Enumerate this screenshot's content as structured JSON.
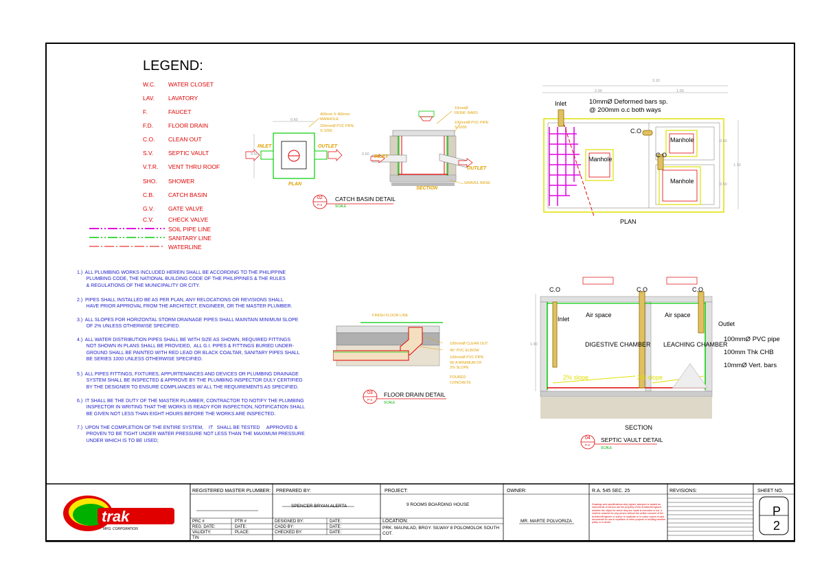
{
  "legend": {
    "title": "LEGEND:",
    "items": [
      {
        "abbr": "W.C.",
        "label": "WATER CLOSET"
      },
      {
        "abbr": "LAV.",
        "label": "LAVATORY"
      },
      {
        "abbr": "F.",
        "label": "FAUCET"
      },
      {
        "abbr": "F.D.",
        "label": "FLOOR DRAIN"
      },
      {
        "abbr": "C.O.",
        "label": "CLEAN OUT"
      },
      {
        "abbr": "S.V.",
        "label": "SEPTIC VAULT"
      },
      {
        "abbr": "V.T.R.",
        "label": "VENT THRU ROOF"
      },
      {
        "abbr": "SHO.",
        "label": "SHOWER"
      },
      {
        "abbr": "C.B.",
        "label": "CATCH BASIN"
      },
      {
        "abbr": "G.V.",
        "label": "GATE VALVE"
      },
      {
        "abbr": "C.V.",
        "label": "CHECK VALVE"
      }
    ],
    "lines": [
      {
        "label": "SOIL PIPE LINE",
        "color": "#e000e0"
      },
      {
        "label": "SANITARY LINE",
        "color": "#00cc00"
      },
      {
        "label": "WATERLINE",
        "color": "#e00000"
      }
    ]
  },
  "notes": [
    "1.)  ALL PLUMBING WORKS INCLUDED HEREIN SHALL BE ACCORDING TO THE PHILIPPINE\n       PLUMBING CODE, THE NATIONAL BUILDING CODE OF THE PHILIPPINES & THE RULES\n       & REGULATIONS OF THE MUNICIPALITY OR CITY.",
    "2.)  PIPES SHALL INSTALLED BE AS PER PLAN, ANY RELOCATIONS OR REVISIONS SHALL\n       HAVE PRIOR APPROVAL FROM THE ARCHITECT, ENGINEER, OR THE MASTER PLUMBER.",
    "3.)  ALL SLOPES FOR HORIZONTAL STORM DRAINAGE PIPES SHALL MAINTAIN MINIMUM SLOPE\n       OF 2% UNLESS OTHERWISE SPECIFIED.",
    "4.)  ALL WATER DISTRIBUTION PIPES SHALL BE WITH SIZE AS SHOWN, REQUIRED FITTINGS\n       NOT SHOWN IN PLANS SHALL BE PROVIDED,  ALL G.I. PIPES & FITTINGS BURIED UNDER-\n       GROUND SHALL BE PAINTED WITH RED LEAD OR BLACK COALTAR, SANITARY PIPES SHALL\n       BE SERIES 1000 UNLESS OTHERWISE SPECIFIED.",
    "5.)  ALL PIPES FITTINGS, FIXTURES, APPURTENANCES AND DEVICES OR PLUMBING DRAINAGE\n       SYSTEM SHALL BE INSPECTED & APPROVE BY THE PLUMBING INSPECTOR DULY CERTIFIED\n       BY THE DESIGNER TO ENSURE COMPLIANCES W/ ALL THE REQUIREMENTS AS SPECIFIED.",
    "6.)  IT SHALL BE THE DUTY OF THE MASTER PLUMBER, CONTRACTOR TO NOTIFY THE PLUMBING\n       INSPECTOR IN WRITING THAT THE WORKS IS READY FOR INSPECTION, NOTIFICATION SHALL\n       BE GIVEN NOT LESS THAN EIGHT HOURS BEFORE THE WORKS ARE INSPECTED.",
    "7.)  UPON THE COMPLETION OF THE ENTIRE SYSTEM,    IT   SHALL BE TESTED     APPROVED &\n       PROVEN TO BE TIGHT UNDER WATER PRESSURE NOT LESS THAN THE MAXIMUM PRESSURE\n       UNDER WHICH IS TO BE USED;"
  ],
  "catch_basin": {
    "plan_label": "PLAN",
    "section_label": "SECTION",
    "inlet": "INLET",
    "outlet": "OUTLET",
    "dim_width": "0.60",
    "dim_height": "0.60",
    "dim_height_section": "0.60",
    "callout_manhole": "400mm X 400mm\nMANHOLE",
    "callout_pipe": "150mmØ PVC PIPE\nS-1000",
    "callout_bars": "10mmØ\nREINF. BARS",
    "callout_pipe2": "100mmØ PVC PIPE\nS-1000",
    "callout_gravel": "GRAVEL BASE",
    "detail_no": "02",
    "detail_sheet": "P-2",
    "detail_title": "CATCH BASIN DETAIL",
    "detail_scale": "SCALE"
  },
  "floor_drain": {
    "finish_floor": "FINISH FLOOR LINE",
    "callouts": [
      "100mmØ CLEAN OUT",
      "45° PVC ELBOW",
      "100mmØ PVC PIPE\nW/ A MINIMUM OF\n2% SLOPE",
      "POURED\nCONCRETE"
    ],
    "detail_no": "03",
    "detail_sheet": "P-2",
    "detail_title": "FLOOR DRAIN DETAIL",
    "detail_scale": "SCALE"
  },
  "septic_plan": {
    "dim_total": "3.10",
    "dim_left": "2.00",
    "dim_right": "1.00",
    "dim_r1": "0.50",
    "dim_r2": "1.10",
    "dim_r3": "0.50",
    "inlet": "Inlet",
    "bars_note": "10mmØ Deformed bars sp.\n@ 200mm o.c both ways",
    "co": "C.O",
    "manhole": "Manhole",
    "label": "PLAN"
  },
  "septic_section": {
    "co": "C.O",
    "inlet": "Inlet",
    "air_space": "Air space",
    "outlet": "Outlet",
    "digestive": "DIGESTIVE CHAMBER",
    "leaching": "LEACHING CHAMBER",
    "slope": "2% slope",
    "dim_height": "1.90",
    "pipe": "100mmØ PVC pipe",
    "chb": "100mm Thk CHB",
    "bars": "10mmØ Vert. bars",
    "label": "SECTION",
    "detail_no": "04",
    "detail_sheet": "P-2",
    "detail_title": "SEPTIC VAULT DETAIL",
    "detail_scale": "SCALE"
  },
  "logo": {
    "text": "trak",
    "sub": "MFG. CORPORATION"
  },
  "title_block": {
    "registered_master_plumber": "REGISTERED MASTER PLUMBER:",
    "prc": "PRC #",
    "ptr": "PTR #",
    "reg_date": "REG. DATE:",
    "date": "DATE:",
    "validity": "VALIDITY:",
    "place": "PLACE:",
    "tin": "TIN",
    "prepared_by": "PREPARED BY:",
    "preparer_name": "SPENCER BRYAN ALERTA",
    "designed_by": "DESIGNED BY:",
    "cadd_by": "CADD BY:",
    "checked_by": "CHECKED BY:",
    "project": "PROJECT:",
    "project_name": "9 ROOMS BOARDING HOUSE",
    "location": "LOCATION:",
    "location_value": "PRK. MAUNLAD, BRGY. SILWAY 8 POLOMOLOK SOUTH\nCOT.",
    "owner": "OWNER:",
    "owner_name": "MR. MARTE POLVORIZA",
    "ra": "R.A. 545 SEC. 25",
    "ra_note": "Drawings and specifications duly signed, stamped or sealed as instruments of service are the property of the Architect/Engineer whether the object for which they are made is executed or not. It shall be unlawful for any person without the written consent of the Architect/Engineer or author to duplicate or to make copies of said documents for use in repetition of other projects or building whether partly or in whole.",
    "revisions": "REVISIONS:",
    "sheet_no": "SHEET NO.",
    "sheet_letter": "P",
    "sheet_number": "2"
  }
}
